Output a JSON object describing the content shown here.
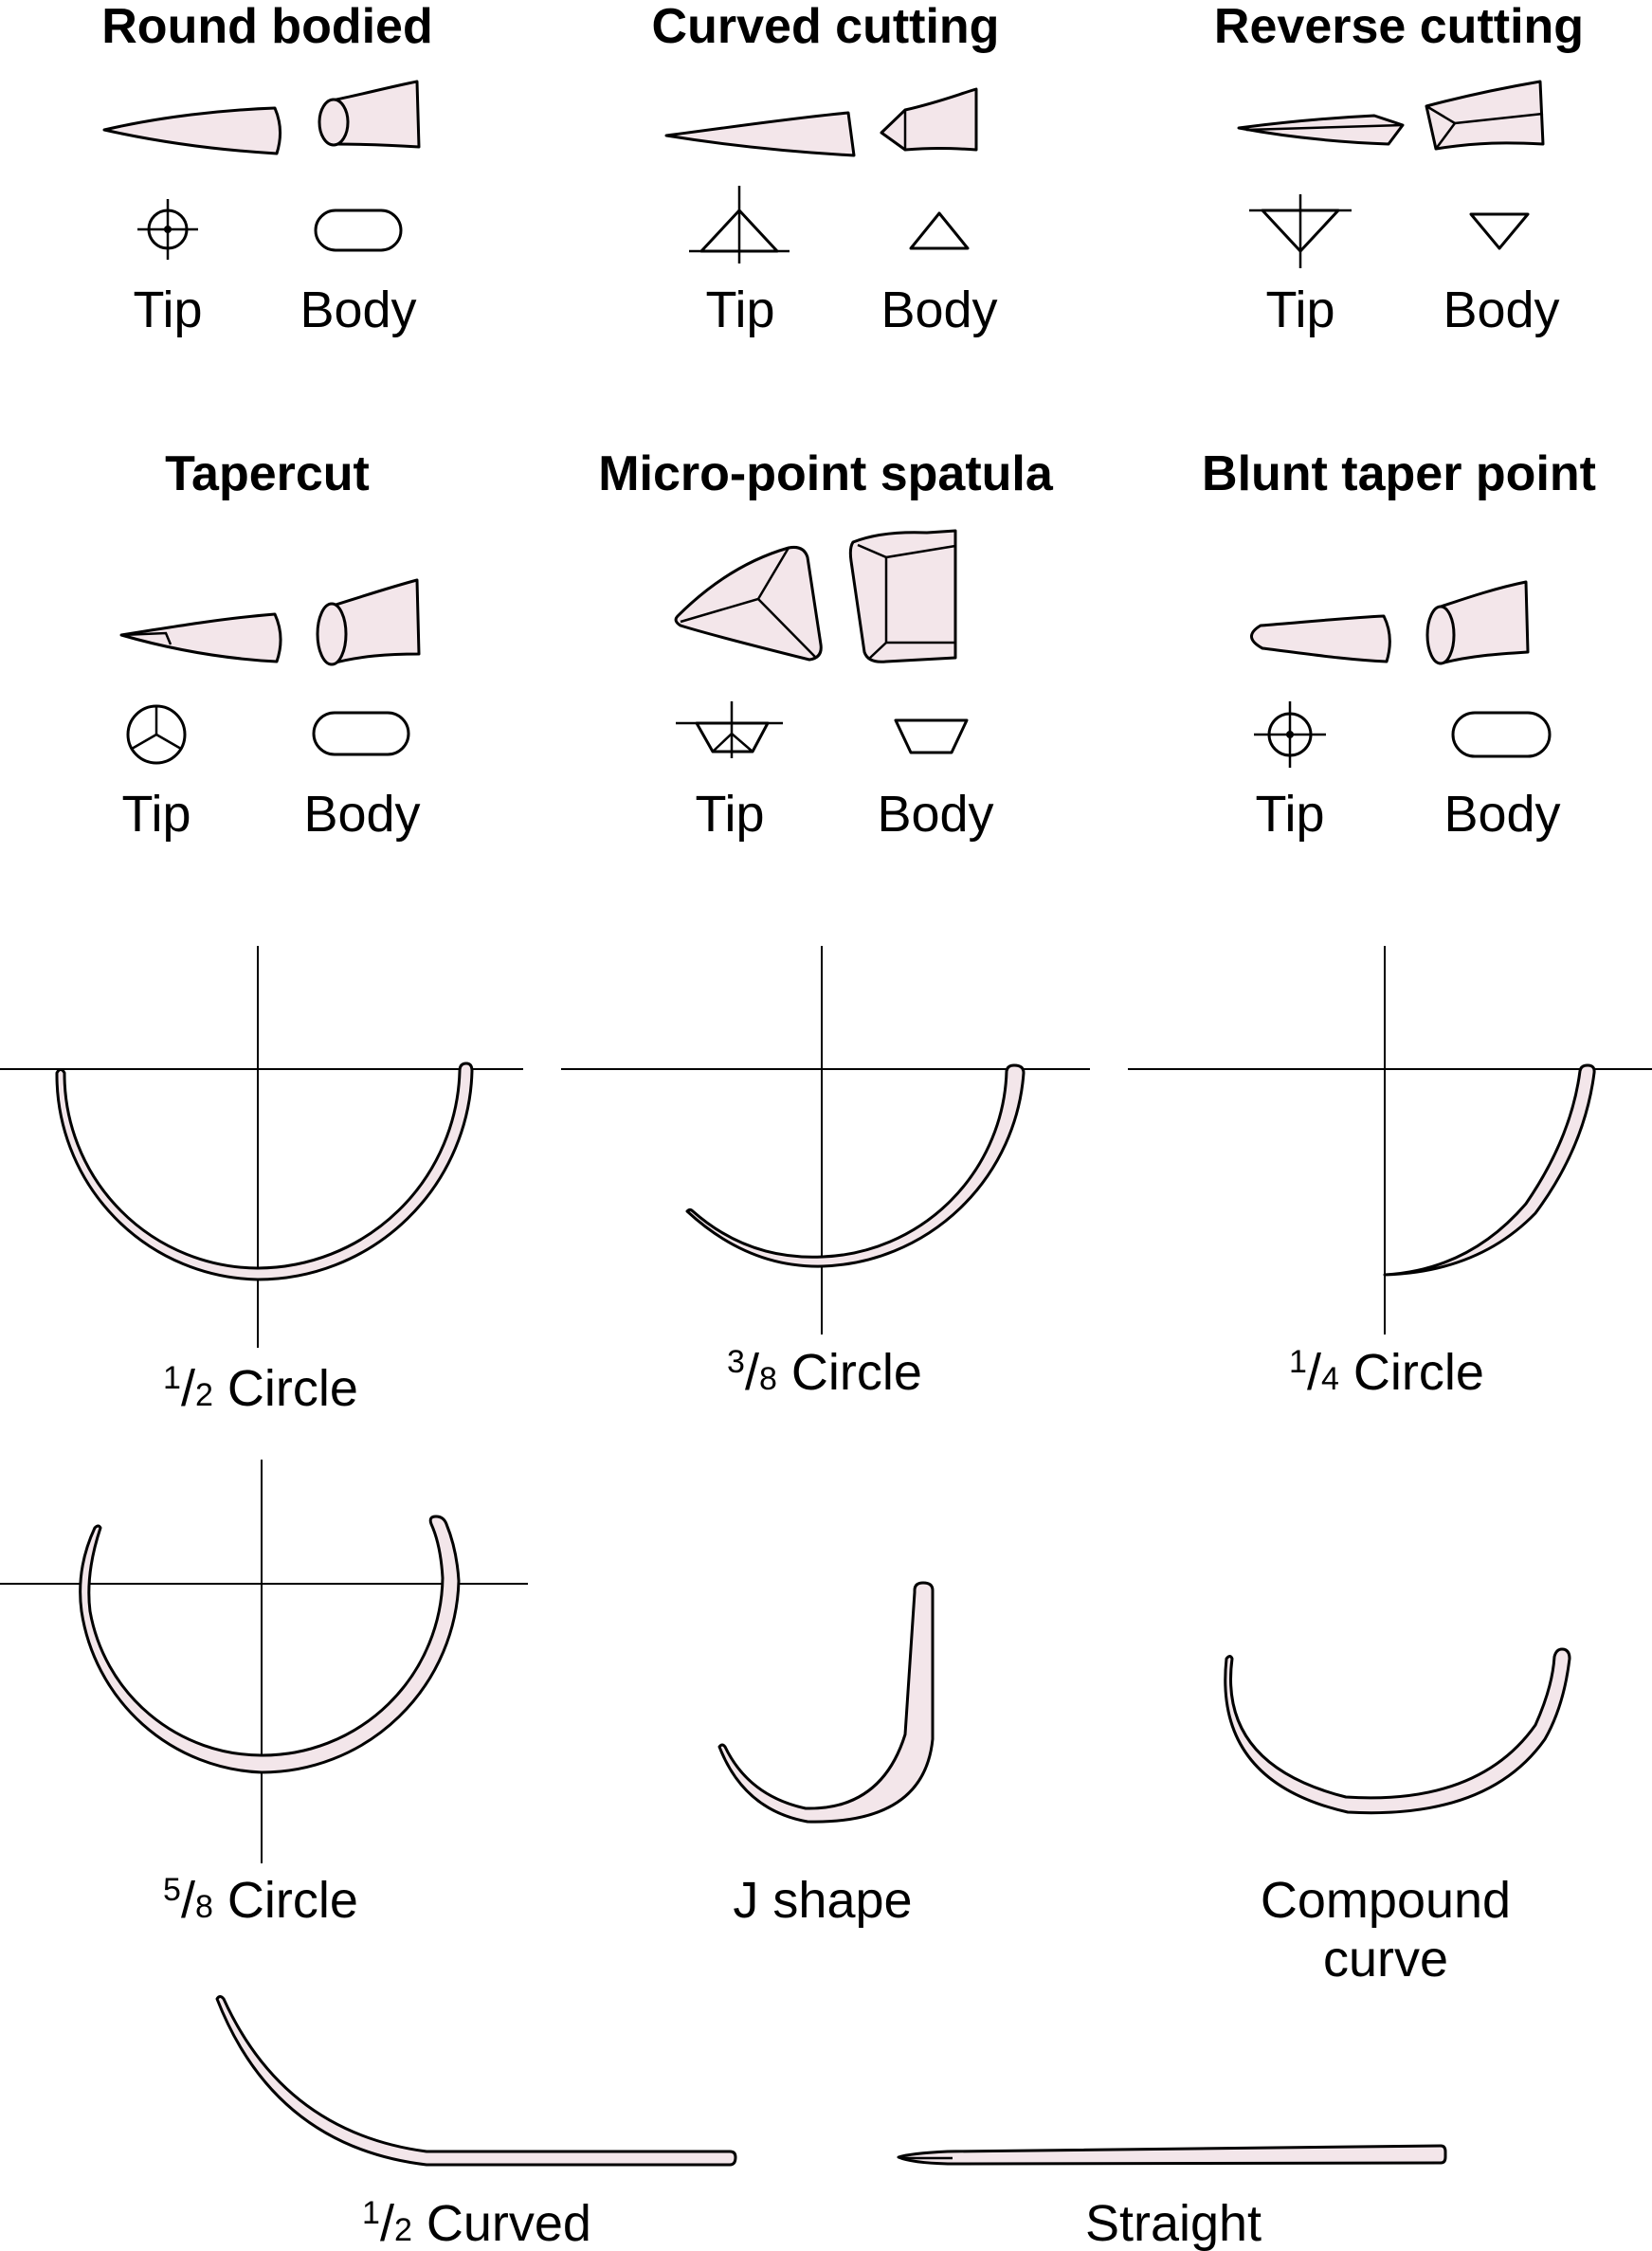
{
  "colors": {
    "needle_fill": "#f3e6ea",
    "outline": "#000000",
    "background": "#ffffff"
  },
  "point_types": [
    {
      "title": "Round bodied",
      "tip_label": "Tip",
      "body_label": "Body"
    },
    {
      "title": "Curved cutting",
      "tip_label": "Tip",
      "body_label": "Body"
    },
    {
      "title": "Reverse cutting",
      "tip_label": "Tip",
      "body_label": "Body"
    },
    {
      "title": "Tapercut",
      "tip_label": "Tip",
      "body_label": "Body"
    },
    {
      "title": "Micro-point spatula",
      "tip_label": "Tip",
      "body_label": "Body"
    },
    {
      "title": "Blunt taper point",
      "tip_label": "Tip",
      "body_label": "Body"
    }
  ],
  "shapes": [
    {
      "numerator": "1",
      "denominator": "2",
      "label": "Circle"
    },
    {
      "numerator": "3",
      "denominator": "8",
      "label": "Circle"
    },
    {
      "numerator": "1",
      "denominator": "4",
      "label": "Circle"
    },
    {
      "numerator": "5",
      "denominator": "8",
      "label": "Circle"
    },
    {
      "label": "J shape"
    },
    {
      "label_line1": "Compound",
      "label_line2": "curve"
    },
    {
      "numerator": "1",
      "denominator": "2",
      "label": "Curved"
    },
    {
      "label": "Straight"
    }
  ]
}
